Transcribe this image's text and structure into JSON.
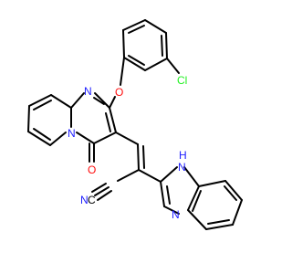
{
  "colors": {
    "carbon": "#000000",
    "nitrogen": "#2020ff",
    "oxygen": "#ff0d0d",
    "chlorine": "#1ff01f",
    "hydrogen": "#2020ff"
  },
  "atoms": {
    "cl": "Cl",
    "o_ether": "O",
    "n_ring_top": "N",
    "n_ring_bridge": "N",
    "o_carbonyl": "O",
    "nh": "H",
    "nh_n": "N",
    "n_imidazole": "N",
    "nitrile_n": "N",
    "nitrile_c": "C"
  }
}
